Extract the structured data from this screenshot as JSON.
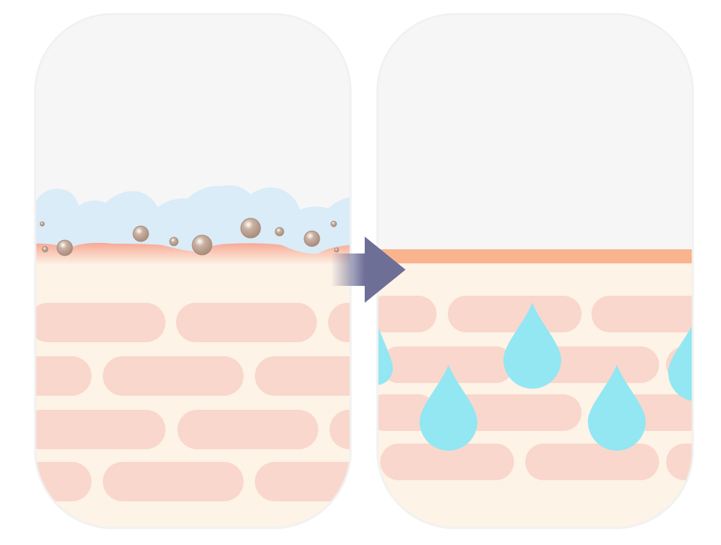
{
  "panels": [
    {
      "state": "before",
      "contents": [
        "foam",
        "dirt-particles",
        "irritated-surface",
        "skin-cells"
      ]
    },
    {
      "state": "after",
      "contents": [
        "smooth-surface",
        "skin-cells",
        "moisture-drops"
      ]
    }
  ],
  "arrow": {
    "direction": "right"
  },
  "colors": {
    "background": "#f6f6f6",
    "panel_border": "#f1f1f1",
    "skin_base": "#fdf3e6",
    "skin_cell": "#f9d7cc",
    "foam": "#d9ecf8",
    "irritated_surface": "#f7a894",
    "healthy_surface": "#f9b48e",
    "dirt": "#a88b7a",
    "water_drop": "#92e7f3",
    "arrow": "#6e6f97"
  }
}
